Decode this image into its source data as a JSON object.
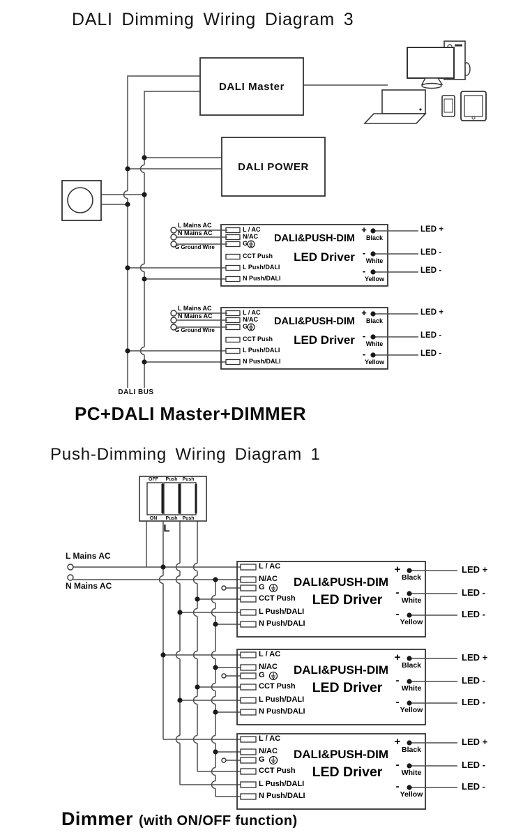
{
  "diagram1": {
    "title": "DALI  Dimming  Wiring Diagram 3",
    "caption": "PC+DALI Master+DIMMER",
    "dali_master_label": "DALI Master",
    "dali_power_label": "DALI POWER",
    "dali_bus_label": "DALI  BUS"
  },
  "diagram2": {
    "title": "Push-Dimming Wiring Diagram 1",
    "caption_main": "Dimmer",
    "caption_sub": "(with ON/OFF function)",
    "switch_top_labels": [
      "OFF",
      "Push",
      "Push"
    ],
    "switch_bottom_labels": [
      "ON",
      "Push",
      "Push"
    ],
    "switched_live_label": "L",
    "mains": {
      "l": "L Mains AC",
      "n": "N Mains AC"
    }
  },
  "driver": {
    "title": "DALI&PUSH-DIM",
    "subtitle": "LED Driver",
    "terminals": [
      "L / AC",
      "N/AC",
      "G",
      "CCT Push",
      "L Push/DALI",
      "N Push/DALI"
    ],
    "outputs": [
      {
        "sign": "+",
        "wire_color": "Black",
        "led_label": "LED +"
      },
      {
        "sign": "-",
        "wire_color": "White",
        "led_label": "LED -"
      },
      {
        "sign": "-",
        "wire_color": "Yellow",
        "led_label": "LED -"
      }
    ]
  },
  "mains_inputs": {
    "l": "L Mains AC",
    "n": "N Mains AC",
    "g": "G Ground Wire"
  },
  "colors": {
    "wire": "#4d4d4d",
    "box_stroke": "#333333",
    "text": "#111111"
  }
}
